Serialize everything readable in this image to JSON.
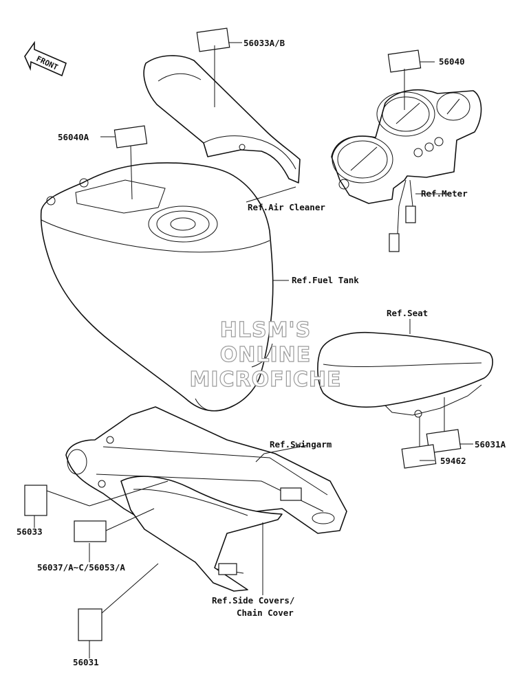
{
  "watermark": {
    "line1": "HLSM'S",
    "line2": "ONLINE",
    "line3": "MICROFICHE"
  },
  "front_badge": "FRONT",
  "part_labels": {
    "p56033AB": "56033A/B",
    "p56040": "56040",
    "p56040A": "56040A",
    "p56031A": "56031A",
    "p59462": "59462",
    "p56033": "56033",
    "p56037": "56037/A~C/56053/A",
    "p56031": "56031"
  },
  "ref_labels": {
    "air_cleaner": "Ref.Air Cleaner",
    "meter": "Ref.Meter",
    "fuel_tank": "Ref.Fuel Tank",
    "seat": "Ref.Seat",
    "swingarm": "Ref.Swingarm",
    "side_covers_1": "Ref.Side Covers/",
    "side_covers_2": "Chain Cover"
  }
}
